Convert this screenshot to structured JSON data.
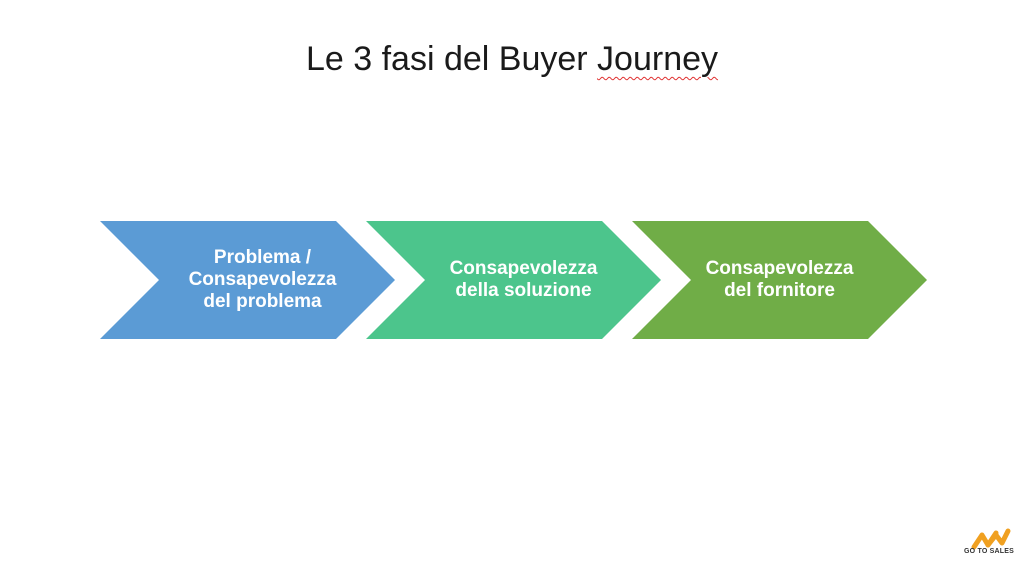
{
  "slide": {
    "title_prefix": "Le 3 fasi del Buyer ",
    "title_misspelled": "Journey"
  },
  "phases": [
    {
      "label": "Problema /\nConsapevolezza\ndel problema",
      "color": "#5b9bd5"
    },
    {
      "label": "Consapevolezza\ndella soluzione",
      "color": "#4cc58c"
    },
    {
      "label": "Consapevolezza\ndel fornitore",
      "color": "#70ad47"
    }
  ],
  "brand": {
    "name": "GO TO SALES",
    "logo_color": "#f0a020"
  }
}
